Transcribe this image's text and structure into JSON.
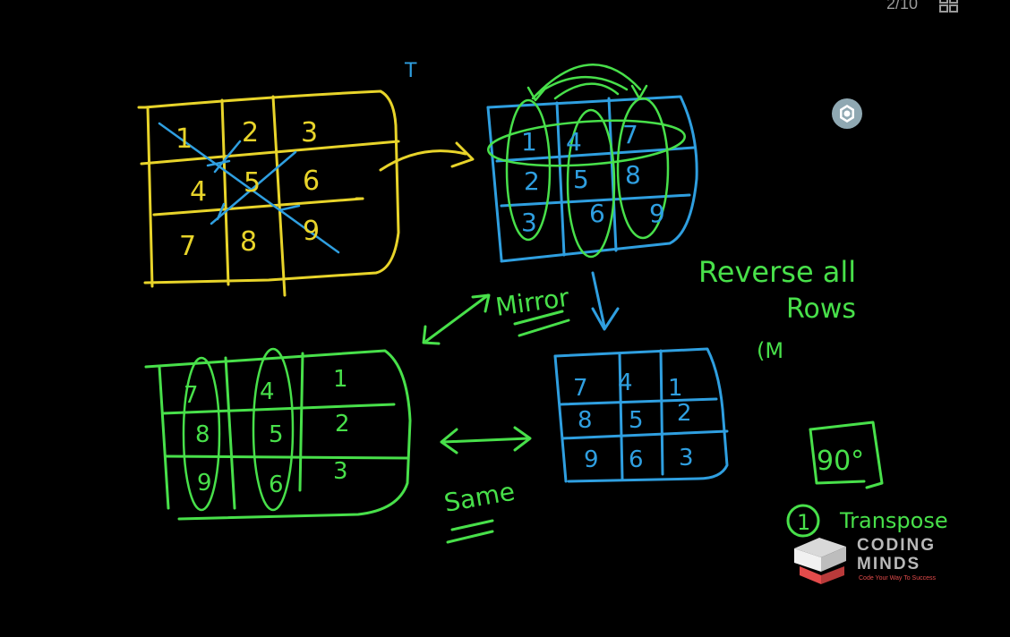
{
  "toolbar": {
    "page_counter": "2/10",
    "grid_icon": "grid-view-icon",
    "settings_icon": "hexagon-gear-icon"
  },
  "colors": {
    "background": "#000000",
    "yellow_ink": "#e8d42a",
    "blue_ink": "#2f9fe0",
    "green_ink": "#48e04a"
  },
  "matrices": {
    "original": [
      "1",
      "2",
      "3",
      "4",
      "5",
      "6",
      "7",
      "8",
      "9"
    ],
    "transposed": [
      "1",
      "4",
      "7",
      "2",
      "5",
      "8",
      "3",
      "6",
      "9"
    ],
    "mirrored": [
      "7",
      "4",
      "1",
      "8",
      "5",
      "2",
      "9",
      "6",
      "3"
    ],
    "rotated": [
      "7",
      "4",
      "1",
      "8",
      "5",
      "2",
      "9",
      "6",
      "3"
    ]
  },
  "notes": {
    "transpose_marker": "T",
    "mirror": "Mirror",
    "reverse_all": "Reverse all",
    "rows": "Rows",
    "partial": "(M",
    "same": "Same",
    "degrees": "90°",
    "step_number": "1",
    "transpose": "Transpose"
  },
  "logo": {
    "line1": "CODING",
    "line2": "MINDS",
    "tagline": "Code Your Way To Success"
  }
}
